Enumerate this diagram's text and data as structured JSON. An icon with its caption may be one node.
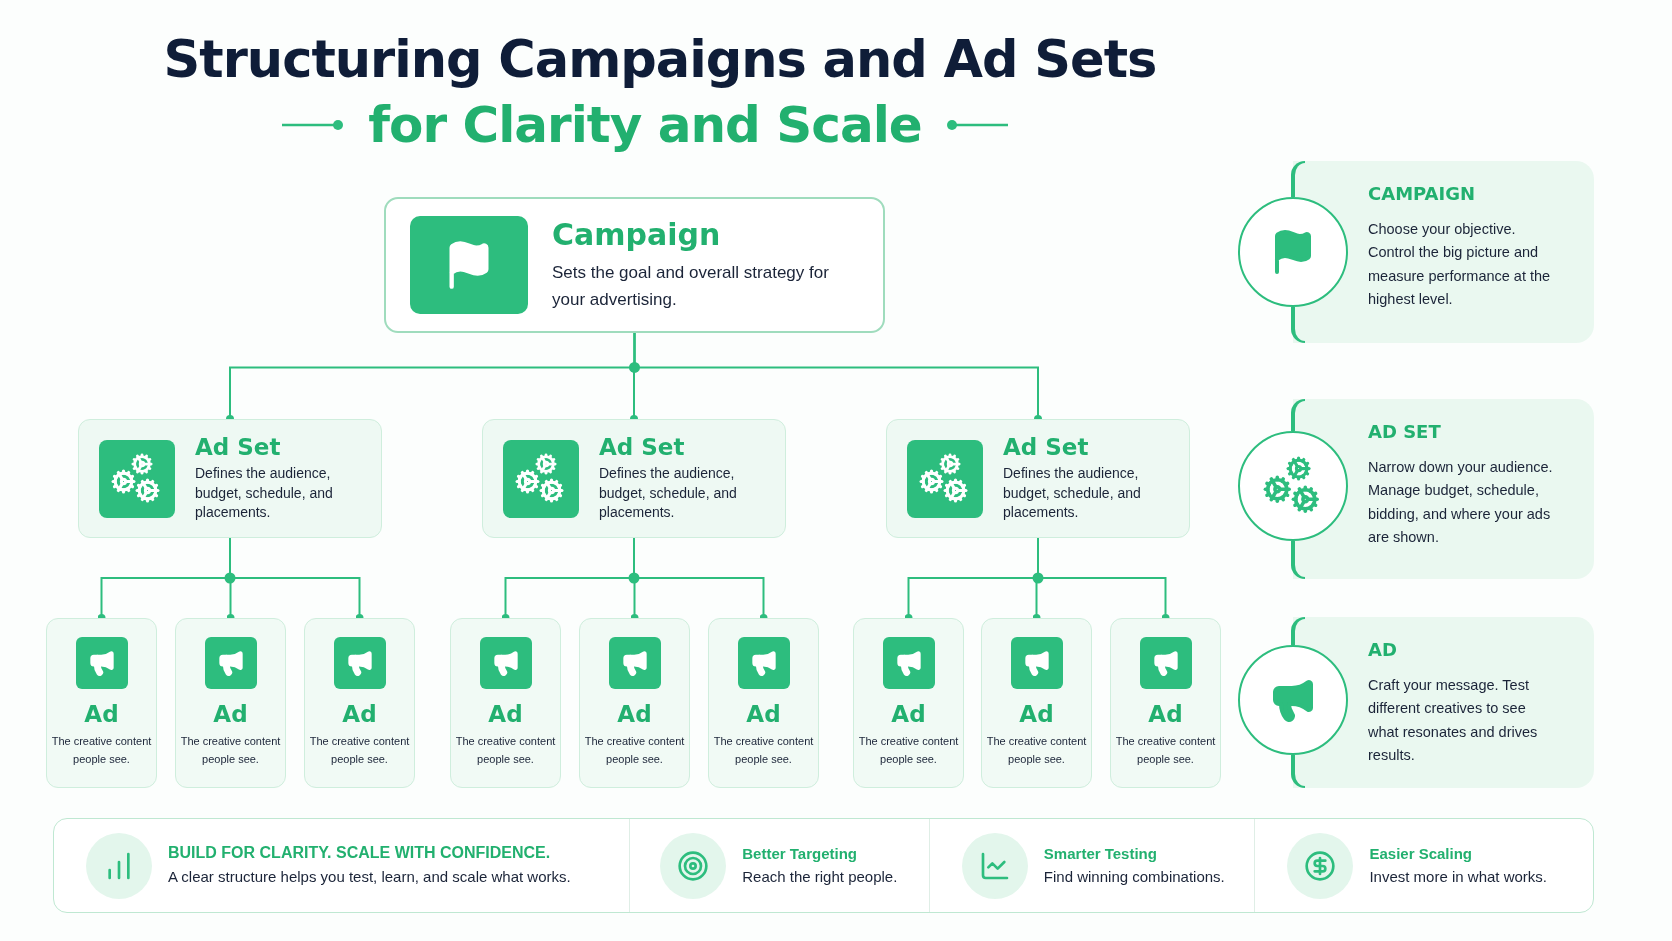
{
  "diagram": {
    "title": "Structuring Campaigns and Ad Sets",
    "nodes": [
      {
        "text": [
          "Campaign",
          "Sets the goal and overall strategy for your advertising."
        ]
      },
      {
        "text": [
          "Ad Set",
          "Defines the audience, budget, schedule, and placements."
        ]
      },
      {
        "text": [
          "Ad Set",
          "Defines the audience, budget, schedule, and placements."
        ]
      },
      {
        "text": [
          "Ad Set",
          "Defines the audience, budget, schedule, and placements."
        ]
      },
      {
        "text": [
          "Ad",
          "The creative content people see."
        ]
      },
      {
        "text": [
          "Ad",
          "The creative content people see."
        ]
      },
      {
        "text": [
          "Ad",
          "The creative content people see."
        ]
      },
      {
        "text": [
          "Ad",
          "The creative content people see."
        ]
      },
      {
        "text": [
          "Ad",
          "The creative content people see."
        ]
      },
      {
        "text": [
          "Ad",
          "The creative content people see."
        ]
      },
      {
        "text": [
          "Ad",
          "The creative content people see."
        ]
      },
      {
        "text": [
          "Ad",
          "The creative content people see."
        ]
      },
      {
        "text": [
          "Ad",
          "The creative content people see."
        ]
      },
      {
        "text": [
          "CAMPAIGN",
          "Choose your objective. Control the big picture and measure performance at the highest level."
        ]
      },
      {
        "text": [
          "AD SET",
          "Narrow down your audience. Manage budget, schedule, bidding, and where your ads are shown."
        ]
      },
      {
        "text": [
          "AD",
          "Craft your message. Test different creatives to see what resonates and drives results."
        ]
      },
      {
        "text": [
          "BUILD FOR CLARITY. SCALE WITH CONFIDENCE.",
          "A clear structure helps you test, learn, and scale what works.",
          "Better Targeting",
          "Reach the right people.",
          "Smarter Testing",
          "Find winning combinations.",
          "Easier Scaling",
          "Invest more in what works."
        ]
      }
    ],
    "edges": [
      {
        "from": 0,
        "to": 1,
        "arrow": "other"
      },
      {
        "from": 0,
        "to": 2,
        "arrow": "other"
      },
      {
        "from": 0,
        "to": 3,
        "arrow": "other"
      },
      {
        "from": 1,
        "to": 4,
        "arrow": "other"
      },
      {
        "from": 1,
        "to": 5,
        "arrow": "other"
      },
      {
        "from": 1,
        "to": 6,
        "arrow": "other"
      },
      {
        "from": 2,
        "to": 7,
        "arrow": "other"
      },
      {
        "from": 2,
        "to": 8,
        "arrow": "other"
      },
      {
        "from": 2,
        "to": 9,
        "arrow": "other"
      },
      {
        "from": 3,
        "to": 10,
        "arrow": "other"
      },
      {
        "from": 3,
        "to": 11,
        "arrow": "other"
      },
      {
        "from": 3,
        "to": 12,
        "arrow": "other"
      }
    ],
    "labels": [
      "for Clarity and Scale"
    ]
  }
}
